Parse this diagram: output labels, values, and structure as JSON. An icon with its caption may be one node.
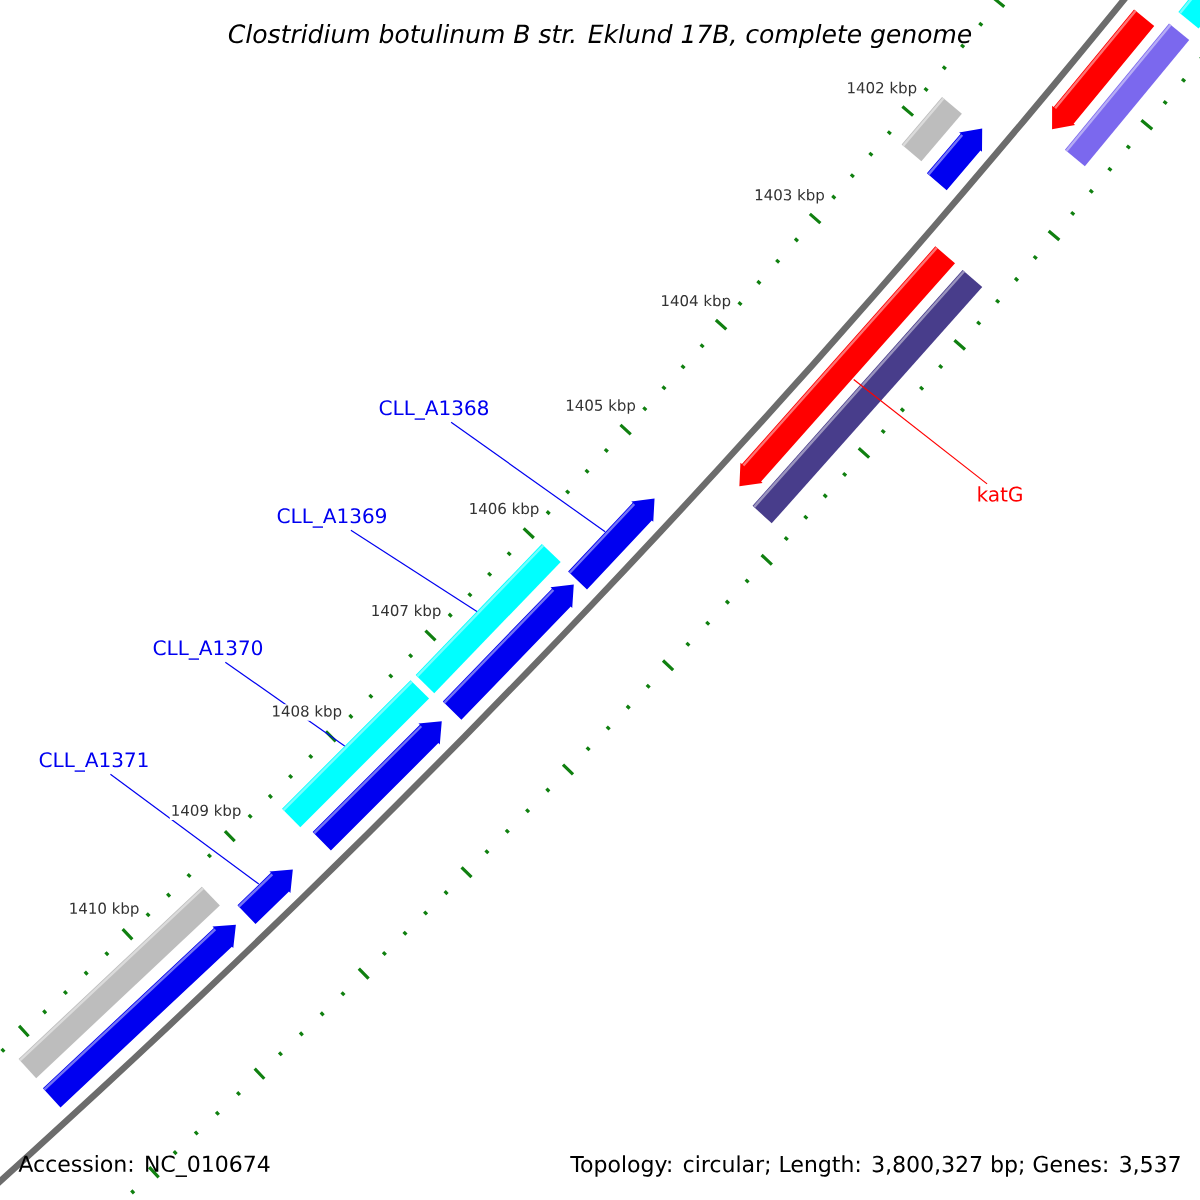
{
  "diagram": {
    "title": "Clostridium botulinum B str. Eklund 17B, complete genome",
    "nodes": [
      {
        "text": [
          "CLL_A1368"
        ]
      },
      {
        "text": [
          "CLL_A1369"
        ]
      },
      {
        "text": [
          "CLL_A1370"
        ]
      },
      {
        "text": [
          "CLL_A1371"
        ]
      },
      {
        "text": [
          "katG"
        ]
      },
      {
        "text": [],
        "shape": "bar"
      },
      {
        "text": [],
        "shape": "bar"
      },
      {
        "text": [],
        "shape": "bar"
      },
      {
        "text": [],
        "shape": "bar"
      },
      {
        "text": [],
        "shape": "arrow"
      },
      {
        "text": [],
        "shape": "arrow"
      },
      {
        "text": [],
        "shape": "arrow"
      },
      {
        "text": [],
        "shape": "arrow"
      },
      {
        "text": [],
        "shape": "arrow"
      },
      {
        "text": [],
        "shape": "arrow"
      },
      {
        "text": [],
        "shape": "arrow"
      },
      {
        "text": [],
        "shape": "arrow"
      },
      {
        "text": [],
        "shape": "bar"
      },
      {
        "text": [],
        "shape": "bar"
      },
      {
        "text": [],
        "shape": "bar"
      }
    ],
    "edges": [
      {
        "from": 0,
        "to": 10,
        "arrow": "none"
      },
      {
        "from": 1,
        "to": 6,
        "arrow": "none"
      },
      {
        "from": 2,
        "to": 7,
        "arrow": "none"
      },
      {
        "from": 3,
        "to": 13,
        "arrow": "none"
      },
      {
        "from": 4,
        "to": 16,
        "arrow": "none",
        "color": "#ff0000"
      }
    ],
    "labels": [
      "1402 kbp",
      "1403 kbp",
      "1404 kbp",
      "1405 kbp",
      "1406 kbp",
      "1407 kbp",
      "1408 kbp",
      "1409 kbp",
      "1410 kbp",
      "Accession: NC_010674",
      "Topology: circular; Length: 3,800,327 bp; Genes: 3,537"
    ]
  }
}
